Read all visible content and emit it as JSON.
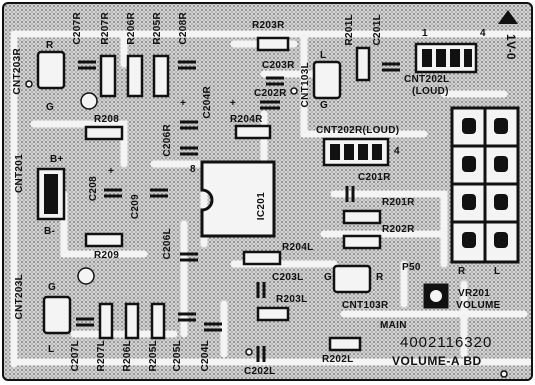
{
  "board": {
    "part_number": "4002116320",
    "board_name": "VOLUME-A BD",
    "corner_mark": "1V-0"
  },
  "connectors": {
    "cnt203r": "CNT203R",
    "cnt203l": "CNT203L",
    "cnt201": "CNT201",
    "cnt103l": "CNT103L",
    "cnt103r": "CNT103R",
    "cnt202l": "CNT202L",
    "cnt202l_note": "(LOUD)",
    "cnt202r": "CNT202R(LOUD)",
    "b_plus": "B+",
    "b_minus": "B-"
  },
  "resistors": {
    "r207r": "R207R",
    "r206r": "R206R",
    "r205r": "R205R",
    "r203r": "R203R",
    "r204r": "R204R",
    "r208": "R208",
    "r209": "R209",
    "r201l": "R201L",
    "r201r": "R201R",
    "r202r": "R202R",
    "r204l": "R204L",
    "r203l": "R203L",
    "r202l": "R202L",
    "r207l": "R207L",
    "r206l": "R206L",
    "r205l": "R205L"
  },
  "capacitors": {
    "c207r": "C207R",
    "c208r": "C208R",
    "c203r": "C203R",
    "c202r": "C202R",
    "c204r": "C204R",
    "c206r": "C206R",
    "c208": "C208",
    "c209": "C209",
    "c201l": "C201L",
    "c201r": "C201R",
    "c206l": "C206L",
    "c203l": "C203L",
    "c207l": "C207L",
    "c205l": "C205L",
    "c204l": "C204L",
    "c202l": "C202L"
  },
  "ic": {
    "ic201": "IC201",
    "pin8": "8"
  },
  "pins": {
    "l": "L",
    "g": "G",
    "r": "R",
    "four": "4",
    "one": "1",
    "plus": "+"
  },
  "control": {
    "vr201": "VR201",
    "volume": "VOLUME",
    "p50": "P50",
    "main": "MAIN",
    "r": "R",
    "l": "L"
  }
}
